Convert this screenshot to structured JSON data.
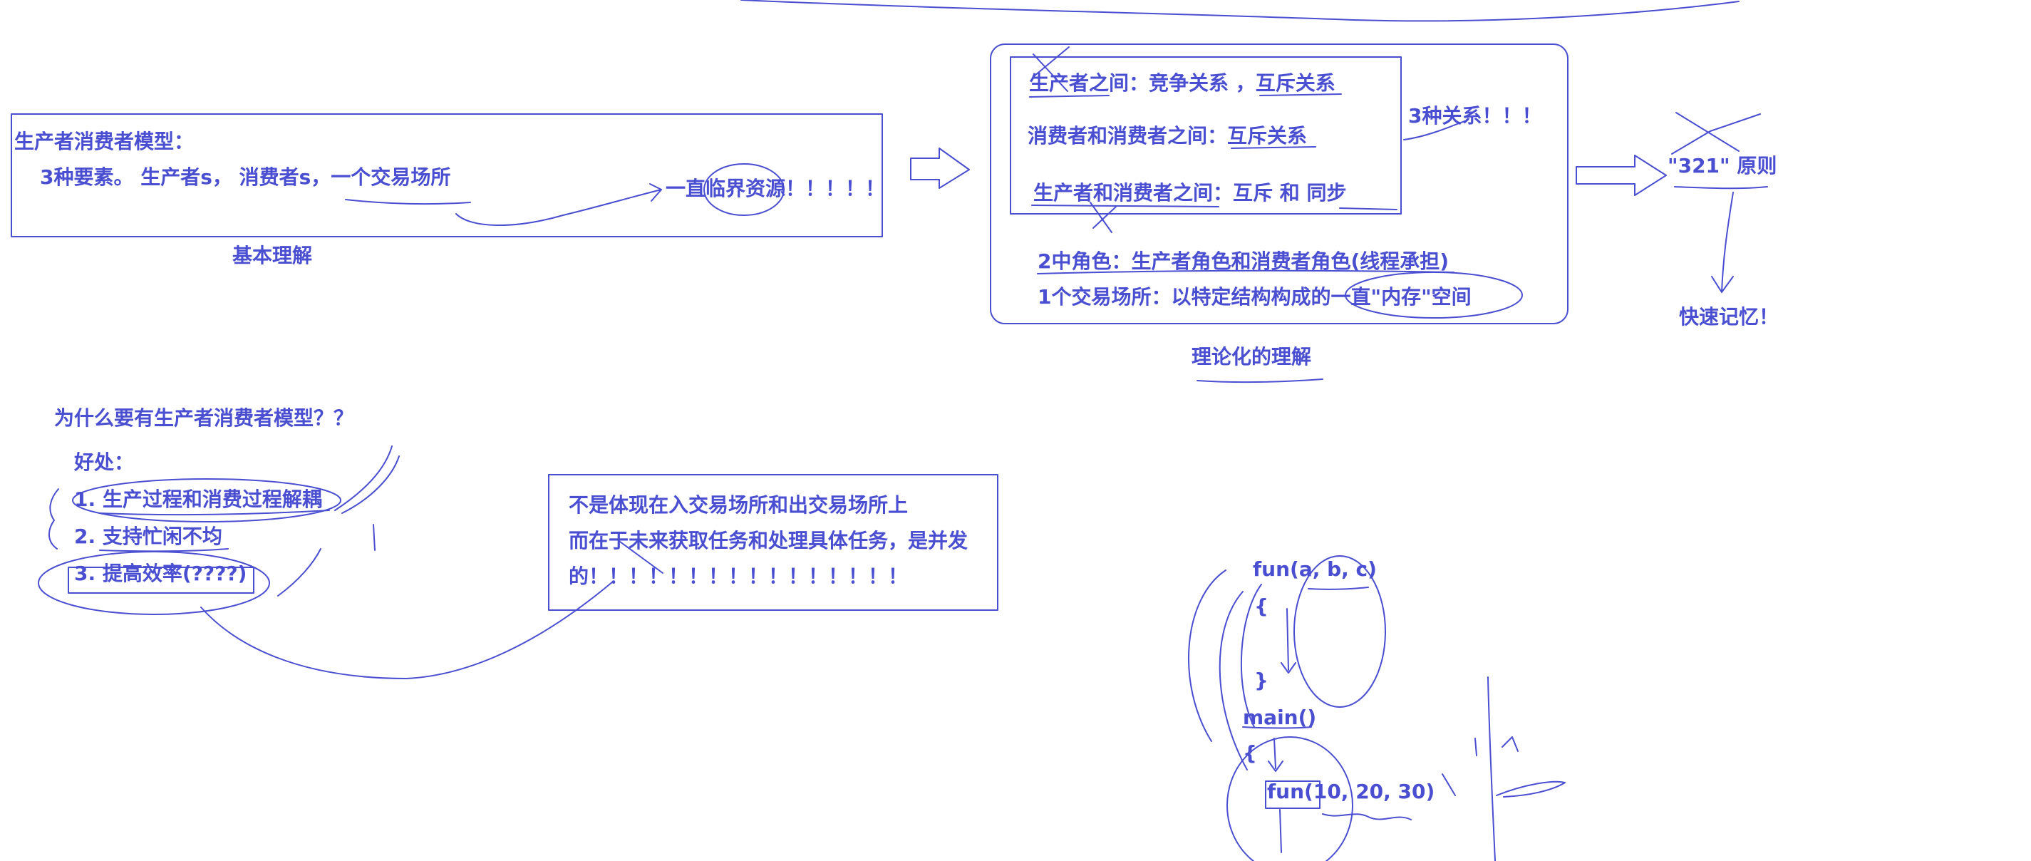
{
  "ink_color": "#4a4ed0",
  "basic": {
    "title": "生产者消费者模型：",
    "elements": "3种要素。 生产者s， 消费者s，一个交易场所",
    "critical": "一直临界资源！！！！！",
    "caption": "基本理解"
  },
  "theory": {
    "rel1": "生产者之间：竞争关系 ，互斥关系",
    "rel2": "消费者和消费者之间：互斥关系",
    "rel3": "生产者和消费者之间：互斥 和 同步",
    "three": "3种关系！！！",
    "roles": "2中角色：生产者角色和消费者角色(线程承担)",
    "place": "1个交易场所：以特定结构构成的一直\"内存\"空间",
    "caption": "理论化的理解"
  },
  "principle": {
    "name": "\"321\" 原则",
    "memo": "快速记忆！"
  },
  "why": {
    "question": "为什么要有生产者消费者模型？？",
    "benefits": "好处：",
    "b1": "1. 生产过程和消费过程解耦",
    "b2": "2. 支持忙闲不均",
    "b3": "3. 提高效率(????)"
  },
  "note": {
    "line1": "不是体现在入交易场所和出交易场所上",
    "line2": "而在于未来获取任务和处理具体任务，是并发",
    "line3": "的！！！！！！！！！！！！！！！！"
  },
  "code": {
    "fun_sig": "fun(a, b, c)",
    "brace_open1": "{",
    "brace_close1": "}",
    "main_sig": "main()",
    "brace_open2": "{",
    "call": "fun(10, 20, 30)"
  }
}
